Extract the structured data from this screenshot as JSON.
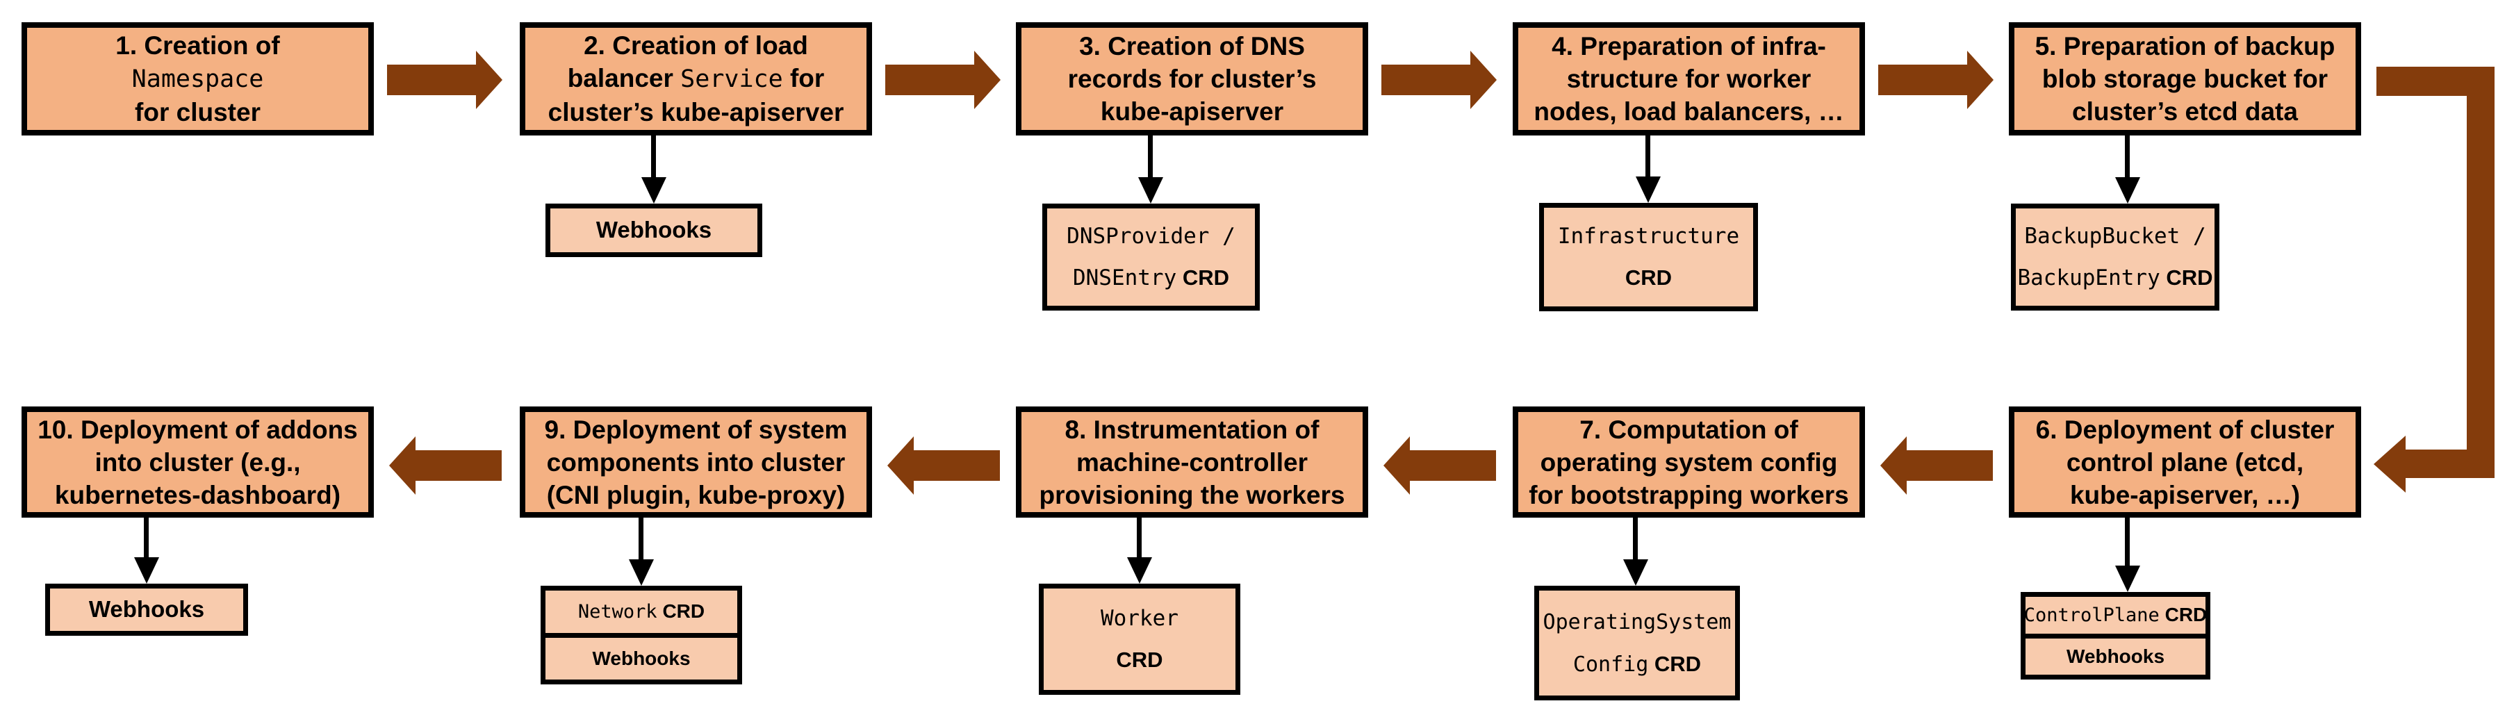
{
  "colors": {
    "step_fill": "#F4B183",
    "artifact_fill": "#F8CBAD",
    "flow_arrow": "#843C0C",
    "border": "#000000",
    "connector": "#000000",
    "background": "#FFFFFF"
  },
  "steps": [
    {
      "id": 1,
      "title": [
        [
          {
            "t": "1. Creation of"
          }
        ],
        [
          {
            "t": "Namespace",
            "m": true
          }
        ],
        [
          {
            "t": "for cluster"
          }
        ]
      ]
    },
    {
      "id": 2,
      "title": [
        [
          {
            "t": "2. Creation of load"
          }
        ],
        [
          {
            "t": "balancer "
          },
          {
            "t": "Service",
            "m": true
          },
          {
            "t": " for"
          }
        ],
        [
          {
            "t": "cluster’s kube-apiserver"
          }
        ]
      ]
    },
    {
      "id": 3,
      "title": [
        [
          {
            "t": "3. Creation of DNS"
          }
        ],
        [
          {
            "t": "records for cluster’s"
          }
        ],
        [
          {
            "t": "kube-apiserver"
          }
        ]
      ]
    },
    {
      "id": 4,
      "title": [
        [
          {
            "t": "4. Preparation of infra-"
          }
        ],
        [
          {
            "t": "structure for worker"
          }
        ],
        [
          {
            "t": "nodes, load balancers, …"
          }
        ]
      ]
    },
    {
      "id": 5,
      "title": [
        [
          {
            "t": "5. Preparation of backup"
          }
        ],
        [
          {
            "t": "blob storage bucket for"
          }
        ],
        [
          {
            "t": "cluster’s etcd data"
          }
        ]
      ]
    },
    {
      "id": 6,
      "title": [
        [
          {
            "t": "6. Deployment of cluster"
          }
        ],
        [
          {
            "t": "control plane (etcd,"
          }
        ],
        [
          {
            "t": "kube-apiserver, …)"
          }
        ]
      ]
    },
    {
      "id": 7,
      "title": [
        [
          {
            "t": "7. Computation of"
          }
        ],
        [
          {
            "t": "operating system config"
          }
        ],
        [
          {
            "t": "for bootstrapping workers"
          }
        ]
      ]
    },
    {
      "id": 8,
      "title": [
        [
          {
            "t": "8. Instrumentation of"
          }
        ],
        [
          {
            "t": "machine-controller"
          }
        ],
        [
          {
            "t": "provisioning the workers"
          }
        ]
      ]
    },
    {
      "id": 9,
      "title": [
        [
          {
            "t": "9. Deployment of system"
          }
        ],
        [
          {
            "t": "components into cluster"
          }
        ],
        [
          {
            "t": "(CNI plugin, kube-proxy)"
          }
        ]
      ]
    },
    {
      "id": 10,
      "title": [
        [
          {
            "t": "10. Deployment of addons"
          }
        ],
        [
          {
            "t": "into cluster (e.g.,"
          }
        ],
        [
          {
            "t": "kubernetes-dashboard)"
          }
        ]
      ]
    }
  ],
  "artifacts": {
    "s2_webhooks": [
      [
        {
          "t": "Webhooks"
        }
      ]
    ],
    "s3_dns": [
      [
        {
          "t": "DNSProvider /",
          "m": true
        }
      ],
      [
        {
          "t": "DNSEntry",
          "m": true
        },
        {
          "t": " CRD"
        }
      ]
    ],
    "s4_infra": [
      [
        {
          "t": "Infrastructure",
          "m": true
        }
      ],
      [
        {
          "t": "CRD"
        }
      ]
    ],
    "s5_backup": [
      [
        {
          "t": "BackupBucket /",
          "m": true
        }
      ],
      [
        {
          "t": "BackupEntry",
          "m": true
        },
        {
          "t": " CRD"
        }
      ]
    ],
    "s6_controlplane": [
      [
        {
          "t": "ControlPlane",
          "m": true
        },
        {
          "t": " CRD"
        }
      ]
    ],
    "s6_webhooks": [
      [
        {
          "t": "Webhooks"
        }
      ]
    ],
    "s7_osc": [
      [
        {
          "t": "OperatingSystem",
          "m": true
        }
      ],
      [
        {
          "t": "Config",
          "m": true
        },
        {
          "t": " CRD"
        }
      ]
    ],
    "s8_worker": [
      [
        {
          "t": "Worker",
          "m": true
        }
      ],
      [
        {
          "t": "CRD"
        }
      ]
    ],
    "s9_network": [
      [
        {
          "t": "Network",
          "m": true
        },
        {
          "t": " CRD"
        }
      ]
    ],
    "s9_webhooks": [
      [
        {
          "t": "Webhooks"
        }
      ]
    ],
    "s10_webhooks": [
      [
        {
          "t": "Webhooks"
        }
      ]
    ]
  }
}
